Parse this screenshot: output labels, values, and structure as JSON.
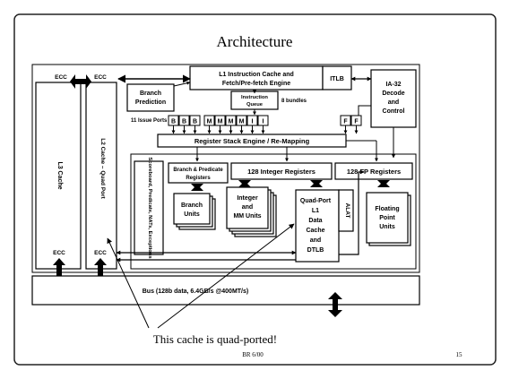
{
  "slide": {
    "title": "Architecture",
    "caption": "This cache is quad-ported!",
    "footer": "BR 6/00",
    "page_number": "15"
  },
  "diagram": {
    "l3_cache": "L3 Cache",
    "l2_cache": "L2 Cache – Quad Port",
    "ecc": "ECC",
    "l1_icache_line1": "L1 Instruction Cache and",
    "l1_icache_line2": "Fetch/Pre-fetch Engine",
    "itlb": "ITLB",
    "branch_prediction_line1": "Branch",
    "branch_prediction_line2": "Prediction",
    "instruction_queue_line1": "Instruction",
    "instruction_queue_line2": "Queue",
    "bundles": "8 bundles",
    "ia32_line1": "IA-32",
    "ia32_line2": "Decode",
    "ia32_line3": "and",
    "ia32_line4": "Control",
    "issue_ports": "11 Issue Ports",
    "ports": [
      "B",
      "B",
      "B",
      "M",
      "M",
      "M",
      "M",
      "I",
      "I",
      "F",
      "F"
    ],
    "register_stack": "Register Stack Engine / Re-Mapping",
    "scoreboard": "Scoreboard, Predicate, NATs, Exceptions",
    "branch_pred_regs_line1": "Branch & Predicate",
    "branch_pred_regs_line2": "Registers",
    "int_registers": "128 Integer Registers",
    "fp_registers": "128 FP Registers",
    "branch_units_line1": "Branch",
    "branch_units_line2": "Units",
    "int_mm_line1": "Integer",
    "int_mm_line2": "and",
    "int_mm_line3": "MM Units",
    "l1d_line1": "Quad-Port",
    "l1d_line2": "L1",
    "l1d_line3": "Data",
    "l1d_line4": "Cache",
    "l1d_line5": "and",
    "l1d_line6": "DTLB",
    "alat": "ALAT",
    "fp_units_line1": "Floating",
    "fp_units_line2": "Point",
    "fp_units_line3": "Units",
    "bus": "Bus (128b data, 6.4GB/s @400MT/s)"
  }
}
